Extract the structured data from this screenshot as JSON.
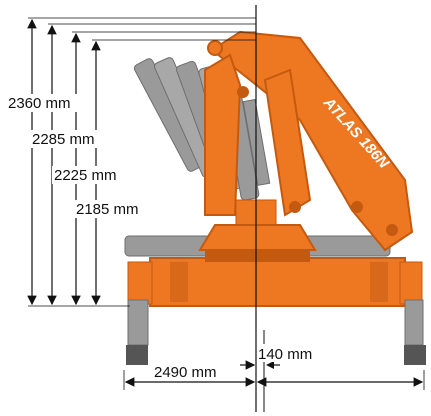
{
  "diagram": {
    "brand_label": "ATLAS 186N",
    "vertical_dimensions": [
      "2360 mm",
      "2285 mm",
      "2225 mm",
      "2185 mm"
    ],
    "horizontal_dimensions": [
      "2490 mm",
      "140 mm"
    ],
    "colors": {
      "crane_orange": "#ee7722",
      "crane_dark": "#c45a10",
      "boom_grey": "#9a9a9a",
      "boom_grey_dark": "#6e6e6e",
      "line": "#111111"
    }
  }
}
